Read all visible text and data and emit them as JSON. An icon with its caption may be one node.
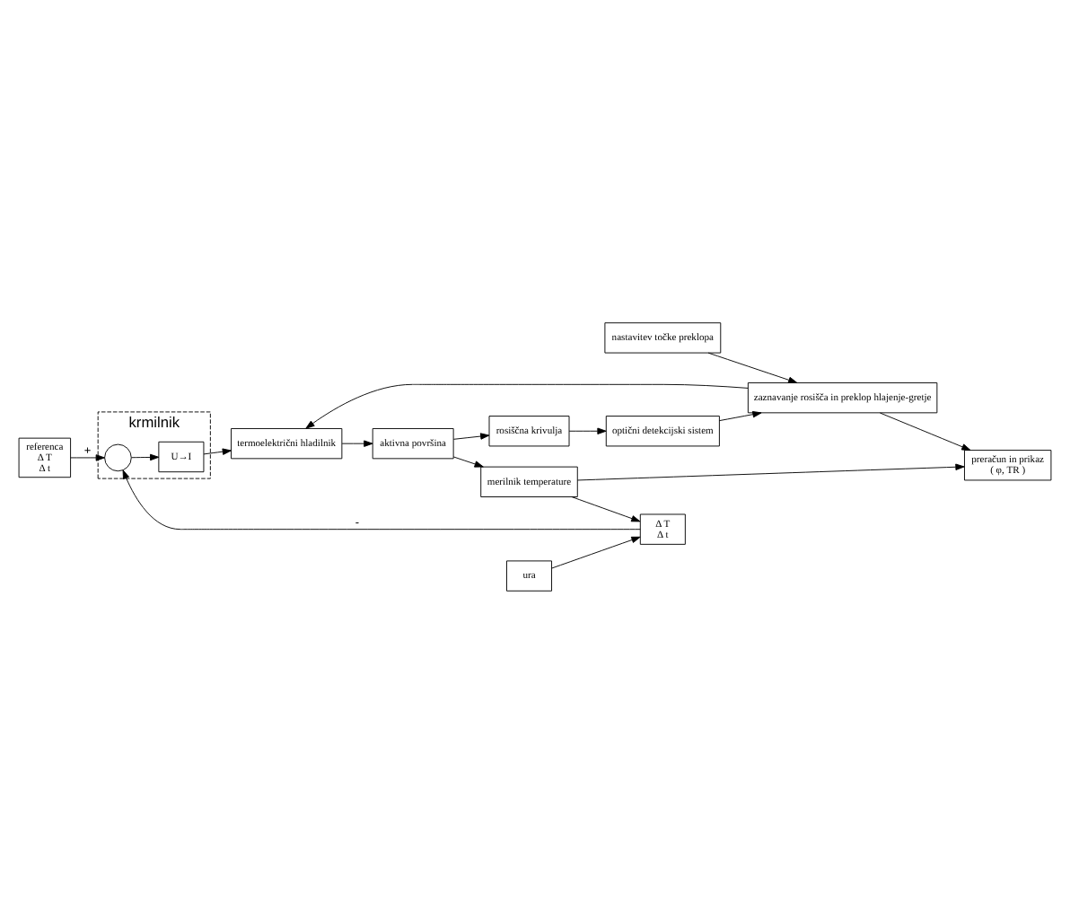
{
  "diagram": {
    "nodes": [
      {
        "text": [
          "referenca",
          "Δ T",
          "Δ t"
        ]
      },
      {
        "text": [
          "nastavitev točke preklopa"
        ]
      },
      {
        "text": [
          "krmilnik"
        ]
      },
      {
        "text": [
          "Δ T",
          "Δ t"
        ]
      },
      {
        "text": [],
        "shape": "circle",
        "in": 2
      },
      {
        "text": [
          "U→I"
        ],
        "in": 2
      },
      {
        "text": [
          "termoelektrični hladilnik"
        ]
      },
      {
        "text": [
          "ura"
        ]
      },
      {
        "text": [
          "merilnik temperature"
        ]
      },
      {
        "text": [
          "aktivna površina"
        ]
      },
      {
        "text": [
          "preračun in prikaz",
          "( φ, TR )"
        ]
      },
      {
        "text": [
          "optični detekcijski sistem"
        ]
      },
      {
        "text": [
          "rosiščna krivulja"
        ]
      },
      {
        "text": [
          "zaznavanje rosišča in preklop hlajenje-gretje"
        ]
      }
    ],
    "edges": [
      {
        "from": 0,
        "to": 4,
        "arrow": "to",
        "label": "+"
      },
      {
        "from": 3,
        "to": 4,
        "arrow": "to",
        "label": "-"
      },
      {
        "from": 4,
        "to": 5,
        "arrow": "to"
      },
      {
        "from": 5,
        "to": 6,
        "arrow": "to"
      },
      {
        "from": 6,
        "to": 9,
        "arrow": "to"
      },
      {
        "from": 9,
        "to": 8,
        "arrow": "to"
      },
      {
        "from": 8,
        "to": 3,
        "arrow": "to"
      },
      {
        "from": 7,
        "to": 3,
        "arrow": "to"
      },
      {
        "from": 8,
        "to": 10,
        "arrow": "to"
      },
      {
        "from": 9,
        "to": 12,
        "arrow": "to"
      },
      {
        "from": 12,
        "to": 11,
        "arrow": "to"
      },
      {
        "from": 11,
        "to": 13,
        "arrow": "to"
      },
      {
        "from": 13,
        "to": 10,
        "arrow": "to"
      },
      {
        "from": 13,
        "to": 6,
        "arrow": "to"
      },
      {
        "from": 1,
        "to": 13,
        "arrow": "to"
      }
    ]
  }
}
